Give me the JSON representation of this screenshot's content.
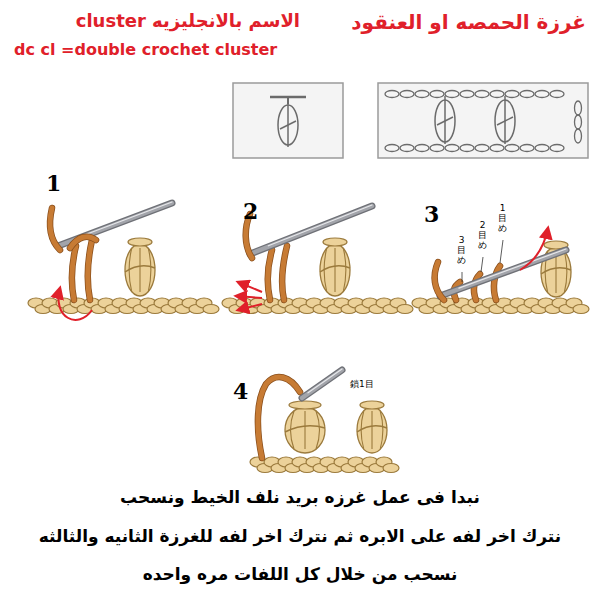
{
  "diagram": {
    "title": "غرزة الحمصه او العنقود",
    "labels": [
      "الاسم بالانجليزيه cluster",
      "dc cl =double crochet cluster",
      "1",
      "2",
      "3",
      "4",
      "3目め",
      "2目め",
      "1目め",
      "鎖1目",
      "نبدا فى عمل غرزه بريد نلف الخيط ونسحب",
      "نترك اخر لفه على الابره ثم نترك اخر لفه للغرزة الثانيه والثالثه",
      "نسحب من خلال كل اللفات مره واحده"
    ]
  }
}
